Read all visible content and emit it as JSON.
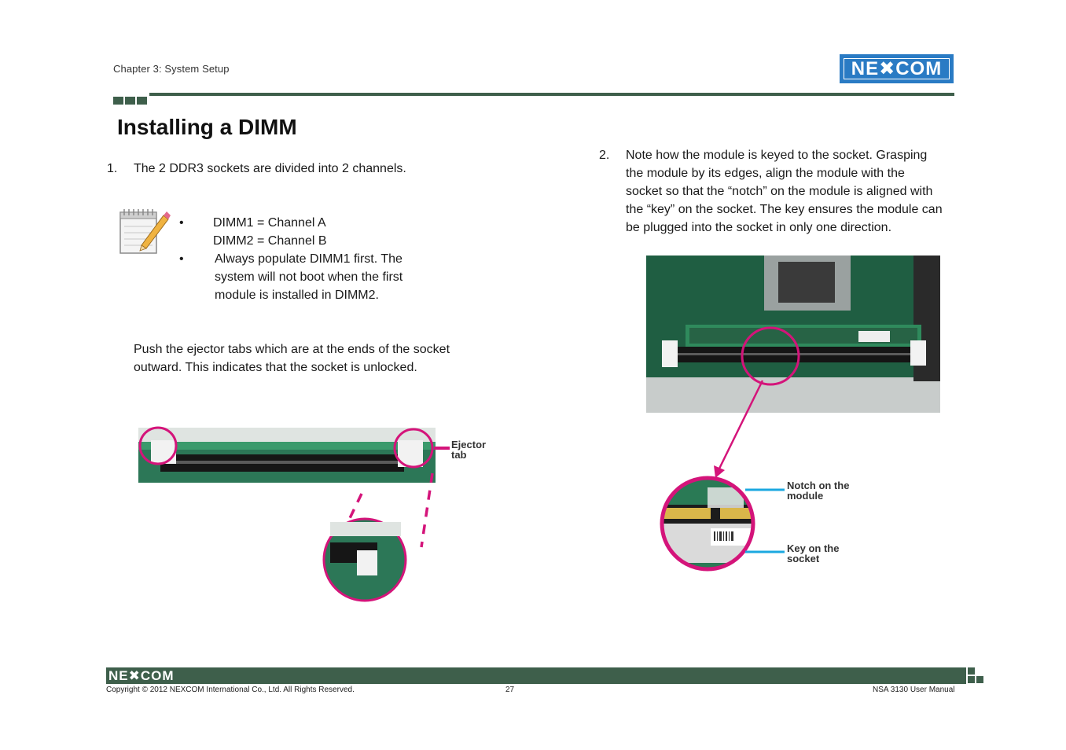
{
  "header": {
    "chapter": "Chapter 3: System Setup",
    "logo": "NE✖COM"
  },
  "title": "Installing a DIMM",
  "step1": {
    "number": "1.",
    "text": "The 2 DDR3 sockets are divided into 2 channels."
  },
  "note": {
    "bullet1_line1": "DIMM1 = Channel A",
    "bullet1_line2": "DIMM2 = Channel B",
    "bullet2_line1": "Always populate DIMM1 first. The",
    "bullet2_line2": "system will not boot when the first",
    "bullet2_line3": "module is installed in DIMM2.",
    "bullet_symbol": "•"
  },
  "push": {
    "line1": "Push the ejector tabs which are at the ends of the socket",
    "line2": "outward. This indicates that the socket is unlocked."
  },
  "ejector_caption": {
    "line1": "Ejector",
    "line2": "tab"
  },
  "step2": {
    "number": "2.",
    "line1": "Note how the module is keyed to the socket. Grasping",
    "line2": "the module by its edges, align the module with the",
    "line3": "socket so that the “notch” on the module is aligned with",
    "line4": "the “key” on the socket. The key ensures the module can",
    "line5": "be plugged into the socket in only one direction."
  },
  "notch_caption": {
    "line1": "Notch on the",
    "line2": "module"
  },
  "key_caption": {
    "line1": "Key on the",
    "line2": "socket"
  },
  "footer": {
    "logo": "NE✖COM",
    "copyright": "Copyright © 2012 NEXCOM International Co., Ltd. All Rights Reserved.",
    "page": "27",
    "manual": "NSA 3130 User Manual"
  },
  "colors": {
    "brand_green": "#3e5f4b",
    "logo_blue": "#2a7bc4",
    "highlight_magenta": "#d4147a",
    "callout_cyan": "#1ba8e0"
  }
}
